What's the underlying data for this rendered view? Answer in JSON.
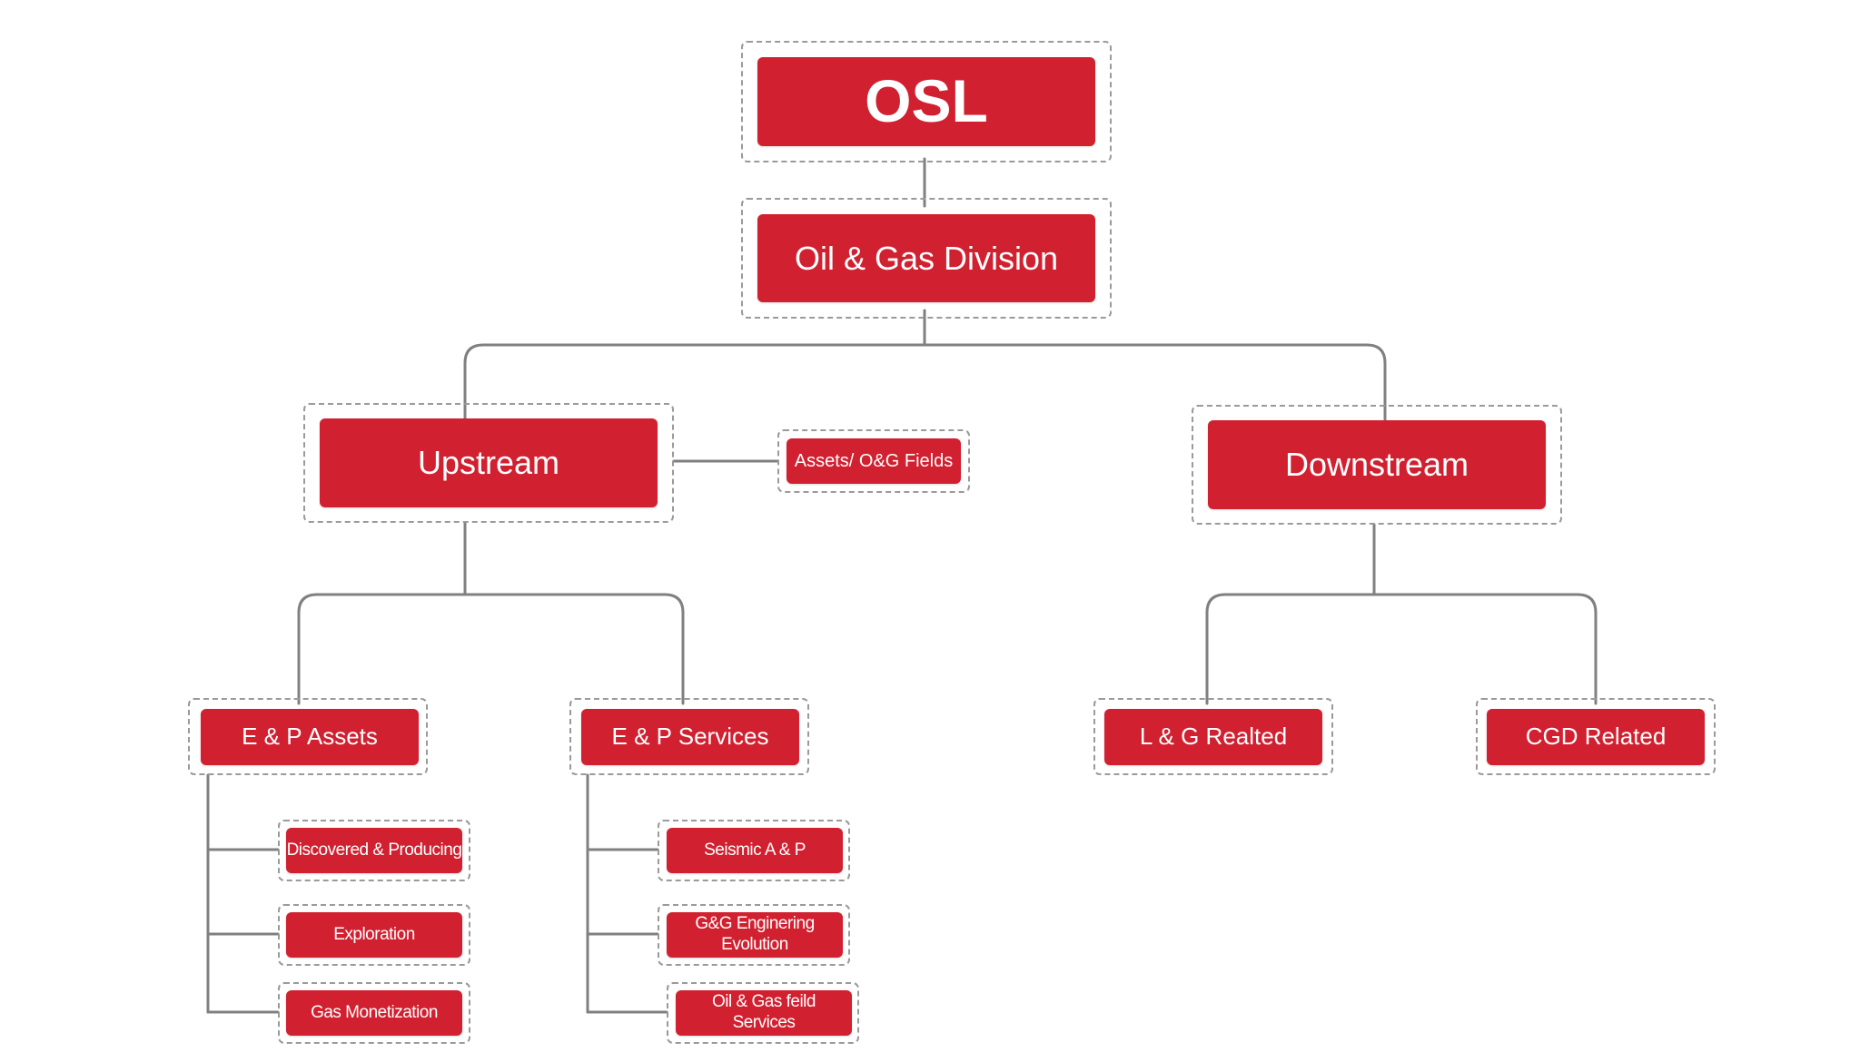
{
  "diagram": {
    "root": {
      "label": "OSL"
    },
    "division": {
      "label": "Oil & Gas Division"
    },
    "upstream": {
      "label": "Upstream",
      "side_label": "Assets/ O&G Fields",
      "ep_assets": {
        "label": "E & P Assets",
        "children": [
          "Discovered & Producing",
          "Exploration",
          "Gas Monetization"
        ]
      },
      "ep_services": {
        "label": "E & P Services",
        "children": [
          "Seismic A & P",
          "G&G Enginering\nEvolution",
          "Oil & Gas feild\nServices"
        ]
      }
    },
    "downstream": {
      "label": "Downstream",
      "lg": {
        "label": "L & G Realted"
      },
      "cgd": {
        "label": "CGD Related"
      }
    },
    "colors": {
      "node_fill": "#d12030",
      "node_text": "#ffffff",
      "connector": "#808080",
      "frame": "#9a9a9a"
    }
  }
}
